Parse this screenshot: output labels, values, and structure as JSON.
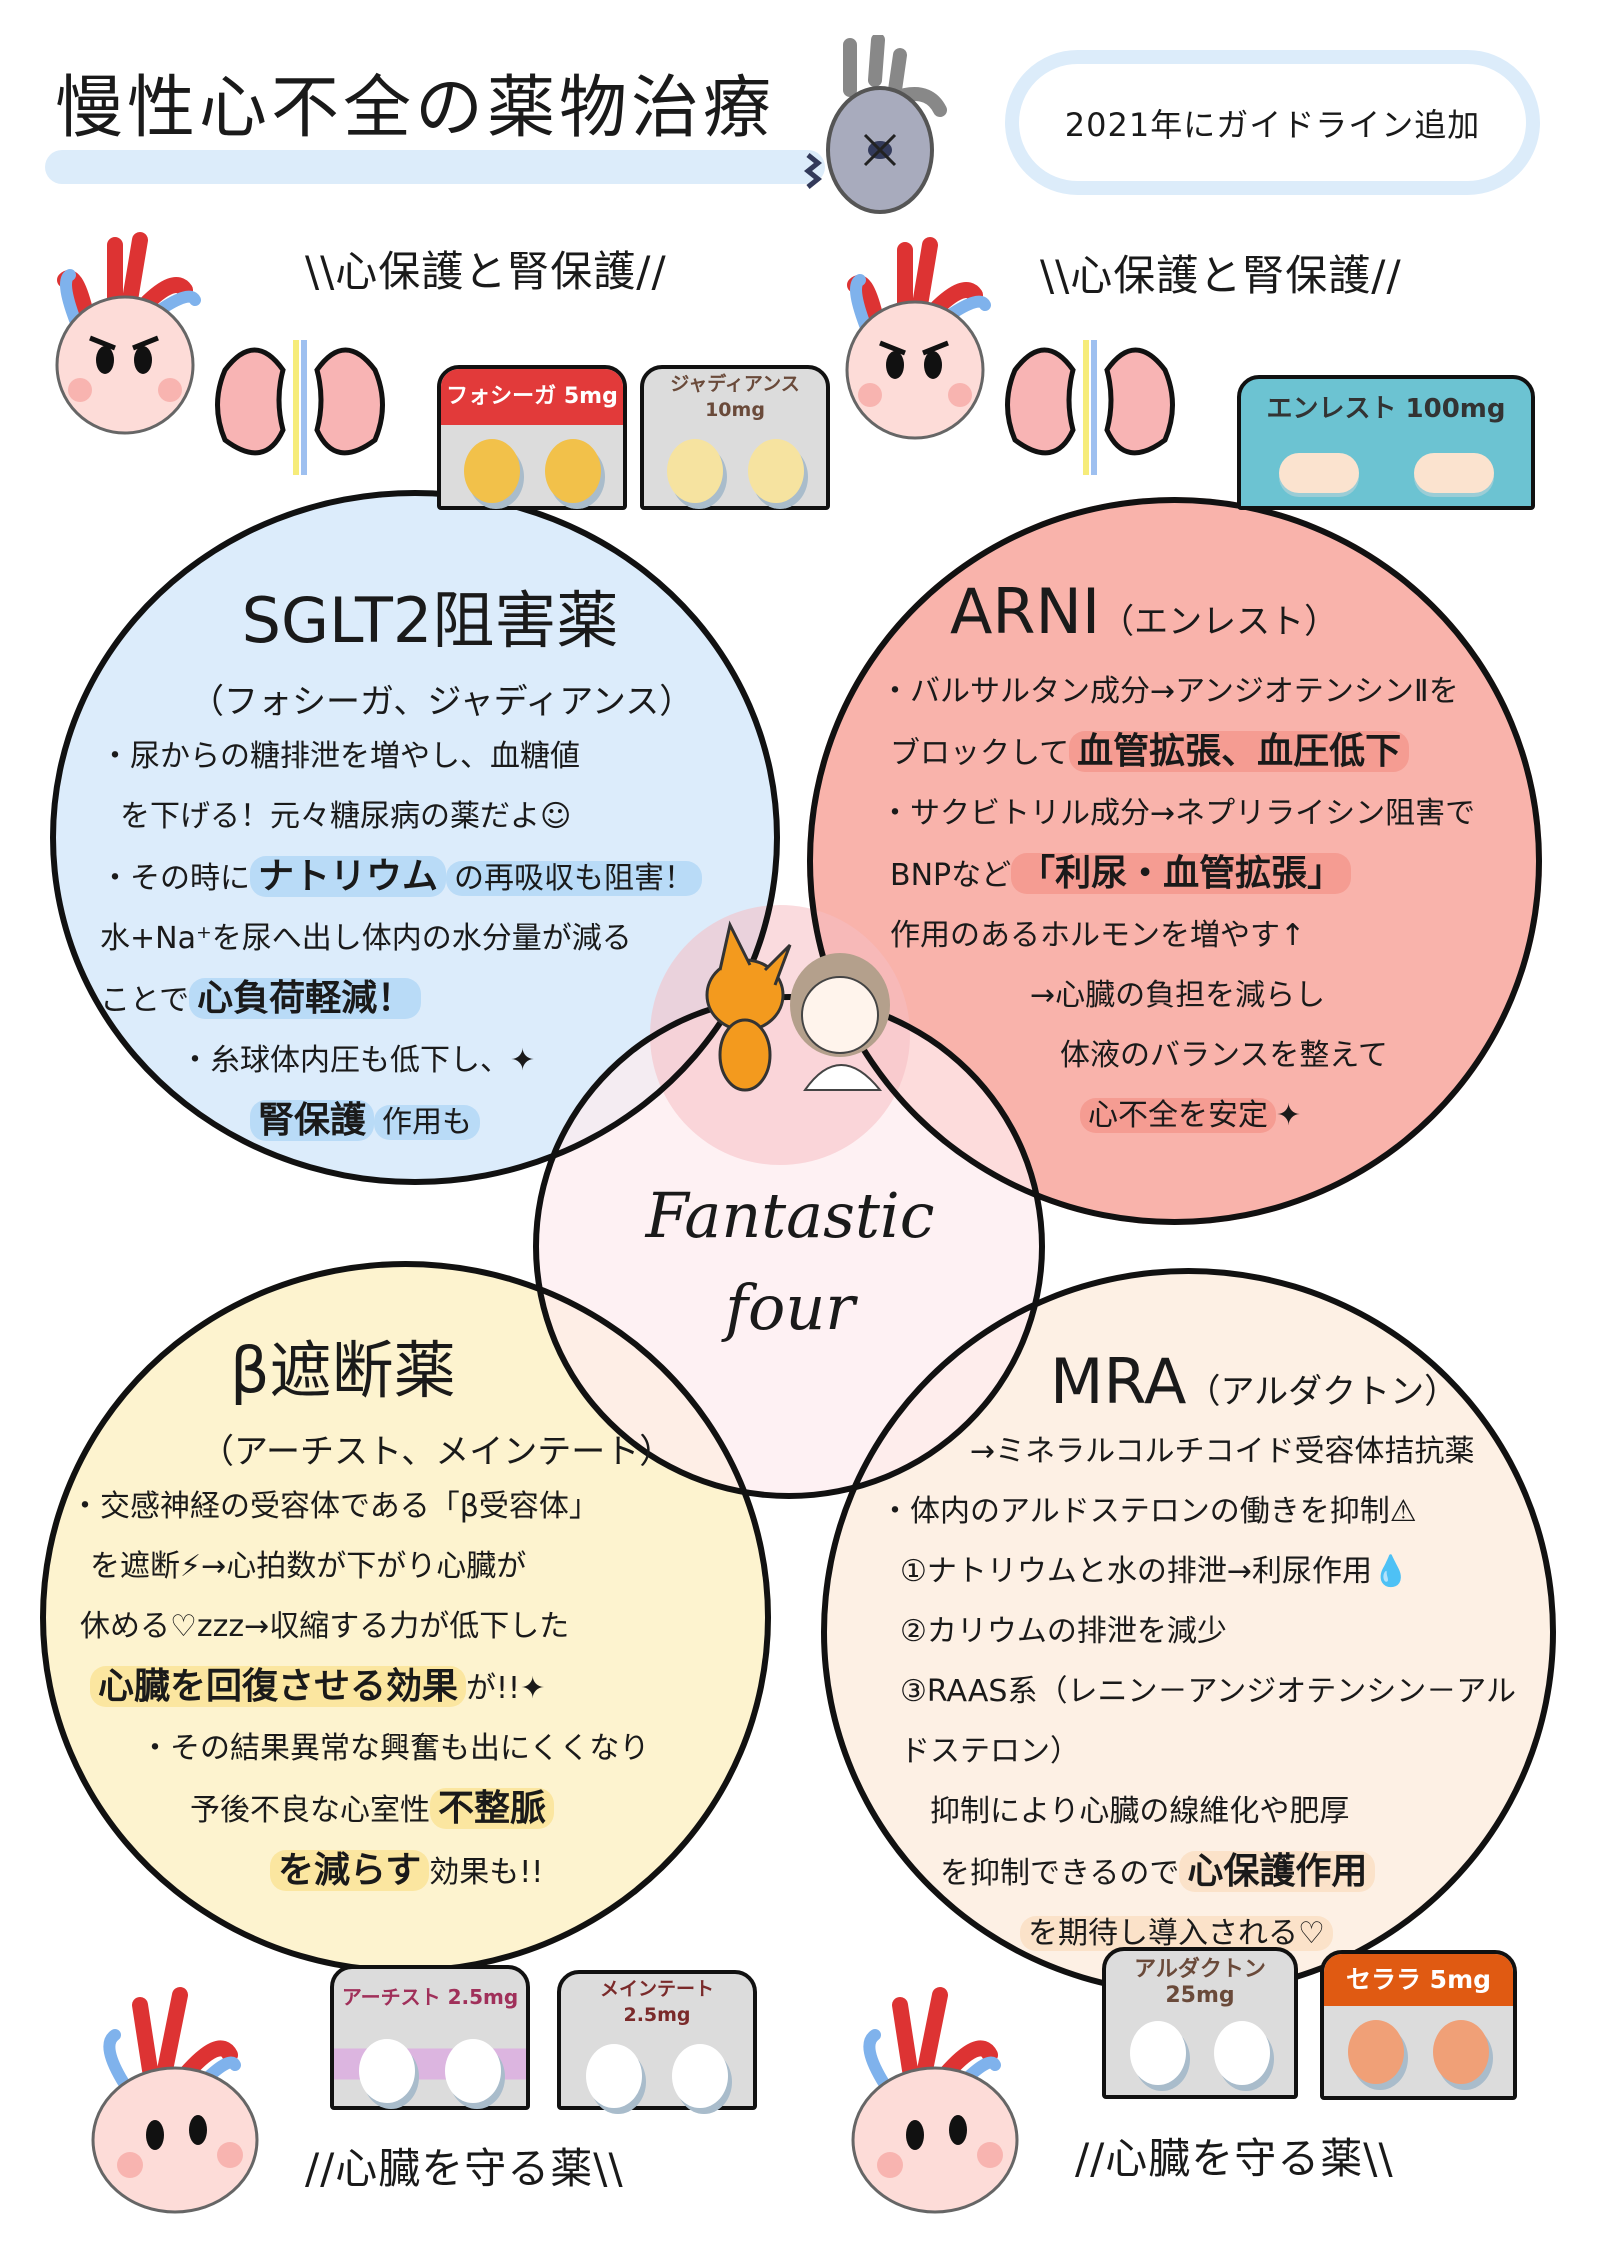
{
  "header": {
    "title": "慢性心不全の薬物治療",
    "cloud_note": "2021年にガイドライン追加"
  },
  "sections": {
    "top_left_heading": "\\\\心保護と腎保護//",
    "top_right_heading": "\\\\心保護と腎保護//",
    "bottom_left_heading": "//心臓を守る薬\\\\",
    "bottom_right_heading": "//心臓を守る薬\\\\"
  },
  "packs": {
    "forxiga": {
      "label": "フォシーガ 5mg",
      "band_color": "#e23a3a",
      "pill_color": "#f2c14a"
    },
    "jardiance": {
      "label": "ジャディアンス 10mg",
      "band_color": "#dcdcdc",
      "pill_color": "#f6e3a0"
    },
    "entresto": {
      "label": "エンレスト 100mg",
      "band_color": "#6cc3d2",
      "pill_color": "#fbe3cf"
    },
    "artist": {
      "label": "アーチスト 2.5mg",
      "band_color": "#dcdcdc",
      "pill_color": "#ffffff"
    },
    "maintate": {
      "label": "メインテート 2.5mg",
      "band_color": "#dcdcdc",
      "pill_color": "#ffffff"
    },
    "aldactone": {
      "label": "アルダクトン 25mg",
      "band_color": "#dcdcdc",
      "pill_color": "#ffffff"
    },
    "cerara": {
      "label": "セララ 5mg",
      "band_color": "#e05a12",
      "pill_color": "#f0a077"
    }
  },
  "sglt2": {
    "title": "SGLT2阻害薬",
    "subtitle": "（フォシーガ、ジャディアンス）",
    "lines": [
      [
        {
          "t": "・尿からの糖排泄を増やし、血糖値"
        }
      ],
      [
        {
          "t": "を下げる！元々糖尿病の薬だよ☺"
        }
      ],
      [
        {
          "t": "・その時に"
        },
        {
          "t": "ナトリウム",
          "b": true,
          "hl": true
        },
        {
          "t": "の再吸収も阻害！",
          "hl": true
        }
      ],
      [
        {
          "t": "水+Na⁺を尿へ出し体内の水分量が減る"
        }
      ],
      [
        {
          "t": "ことで"
        },
        {
          "t": "心負荷軽減！",
          "b": true,
          "hl": true
        }
      ],
      [
        {
          "t": "・糸球体内圧も低下し、✦"
        }
      ],
      [
        {
          "t": "腎保護",
          "b": true,
          "hl": true
        },
        {
          "t": "作用も",
          "hl": true
        }
      ]
    ]
  },
  "arni": {
    "title": "ARNI",
    "title_note": "（エンレスト）",
    "lines": [
      [
        {
          "t": "・バルサルタン成分→アンジオテンシンⅡを"
        }
      ],
      [
        {
          "t": "ブロックして"
        },
        {
          "t": "血管拡張、血圧低下",
          "b": true,
          "hl": true
        }
      ],
      [
        {
          "t": "・サクビトリル成分→ネプリライシン阻害で"
        }
      ],
      [
        {
          "t": "BNPなど"
        },
        {
          "t": "「利尿・血管拡張」",
          "b": true,
          "hl": true
        }
      ],
      [
        {
          "t": "作用のあるホルモンを増やす↑"
        }
      ],
      [
        {
          "t": "→心臓の負担を減らし"
        }
      ],
      [
        {
          "t": "体液のバランスを整えて"
        }
      ],
      [
        {
          "t": "心不全を安定",
          "hl": true
        },
        {
          "t": "✦"
        }
      ]
    ]
  },
  "center": {
    "line1": "Fantastic",
    "line2": "four"
  },
  "beta": {
    "title": "β遮断薬",
    "subtitle": "（アーチスト、メインテート）",
    "lines": [
      [
        {
          "t": "・交感神経の受容体である「β受容体」"
        }
      ],
      [
        {
          "t": "を遮断⚡→心拍数が下がり心臓が"
        }
      ],
      [
        {
          "t": "休める♡zzz→収縮する力が低下した"
        }
      ],
      [
        {
          "t": "心臓を回復させる効果",
          "b": true,
          "hl": true
        },
        {
          "t": "が!!✦"
        }
      ],
      [
        {
          "t": "・その結果異常な興奮も出にくくなり"
        }
      ],
      [
        {
          "t": "予後不良な心室性"
        },
        {
          "t": "不整脈",
          "b": true,
          "hl": true
        }
      ],
      [
        {
          "t": "を減らす",
          "b": true,
          "hl": true
        },
        {
          "t": "効果も!!"
        }
      ]
    ]
  },
  "mra": {
    "title": "MRA",
    "title_note": "（アルダクトン）",
    "lines": [
      [
        {
          "t": "→ミネラルコルチコイド受容体拮抗薬"
        }
      ],
      [
        {
          "t": "・体内のアルドステロンの働きを抑制⚠"
        }
      ],
      [
        {
          "t": "①ナトリウムと水の排泄→利尿作用💧"
        }
      ],
      [
        {
          "t": "②カリウムの排泄を減少"
        }
      ],
      [
        {
          "t": "③RAAS系（レニン－アンジオテンシン－アルドステロン）"
        }
      ],
      [
        {
          "t": "抑制により心臓の線維化や肥厚"
        }
      ],
      [
        {
          "t": "を抑制できるので"
        },
        {
          "t": "心保護作用",
          "b": true,
          "hl": true
        }
      ],
      [
        {
          "t": "を期待し導入される♡",
          "hl": true
        }
      ]
    ]
  },
  "colors": {
    "sglt2_fill": "#dcecfb",
    "sglt2_hl": "#b9dbf7",
    "arni_fill": "#f9b3ab",
    "arni_hl": "#f59c92",
    "center_fill": "#fdf0f1",
    "beta_fill": "#fdf3cf",
    "beta_hl": "#fbe6a0",
    "mra_fill": "#fdf0e4",
    "mra_hl": "#fbe2c9",
    "title_bar": "#dcecfa"
  },
  "icons": [
    "heart-character",
    "kidney-character",
    "grey-broken-heart",
    "nurse-fox-mascot",
    "nurse-girl",
    "sparkle",
    "warning",
    "droplet"
  ]
}
